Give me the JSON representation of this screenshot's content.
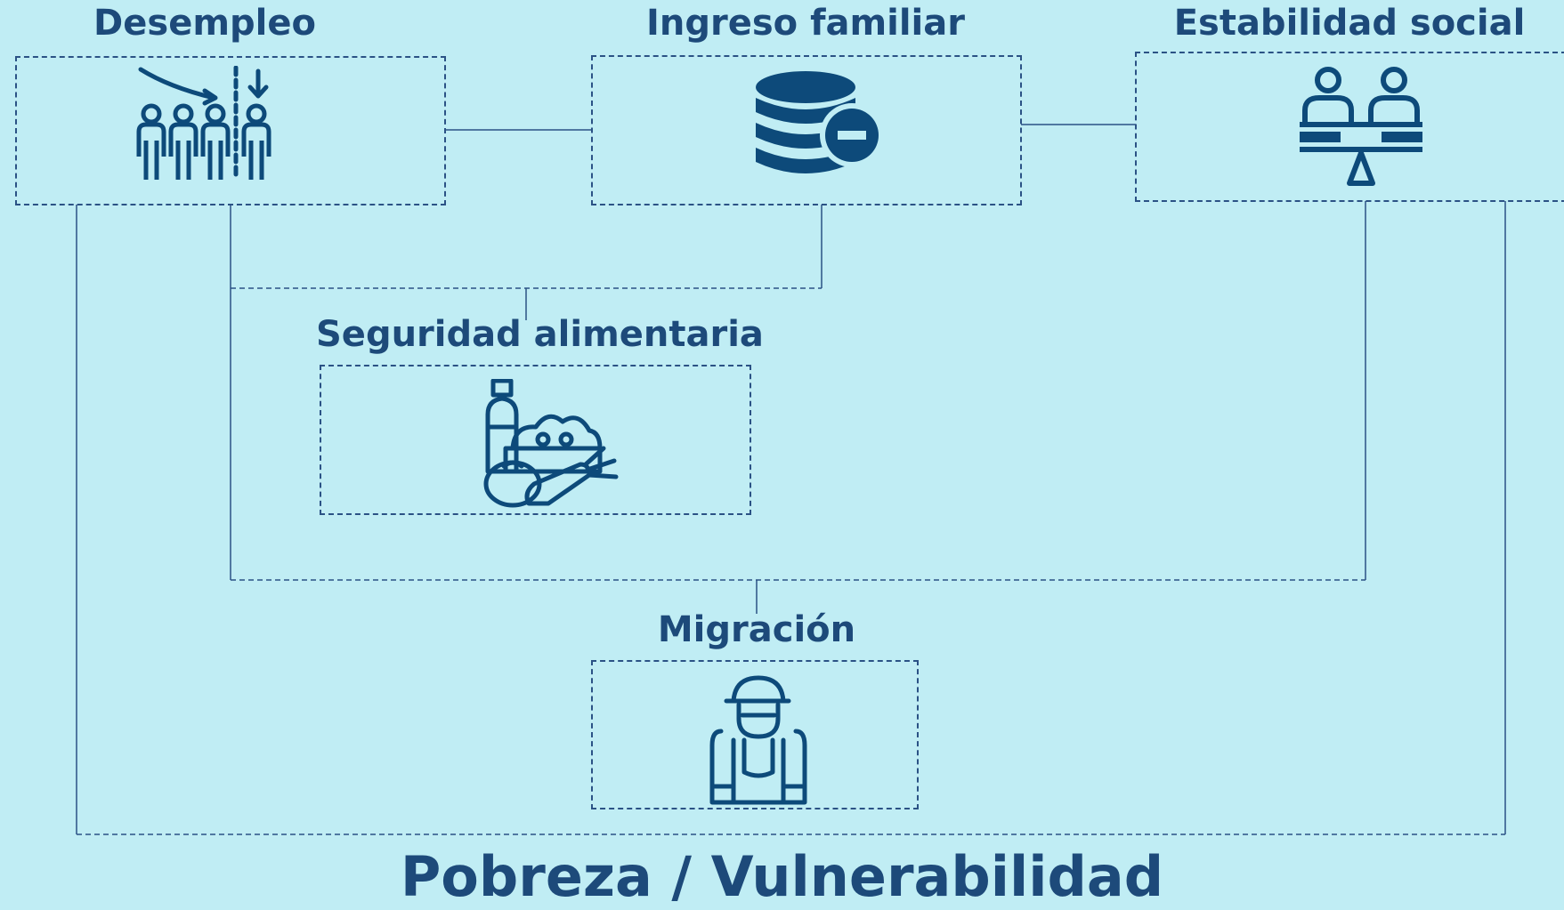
{
  "nodes": {
    "desempleo": {
      "label": "Desempleo",
      "icon": "unemployment-people-icon"
    },
    "ingreso": {
      "label": "Ingreso familiar",
      "icon": "coins-minus-icon"
    },
    "estabilidad": {
      "label": "Estabilidad social",
      "icon": "balance-people-icon"
    },
    "seguridad": {
      "label": "Seguridad alimentaria",
      "icon": "groceries-icon"
    },
    "migracion": {
      "label": "Migración",
      "icon": "migrant-backpack-icon"
    }
  },
  "footer": {
    "label": "Pobreza / Vulnerabilidad"
  },
  "colors": {
    "background": "#c0edf4",
    "text": "#1d4a7a",
    "stroke": "#2b5285",
    "icon": "#0d4a7a"
  }
}
